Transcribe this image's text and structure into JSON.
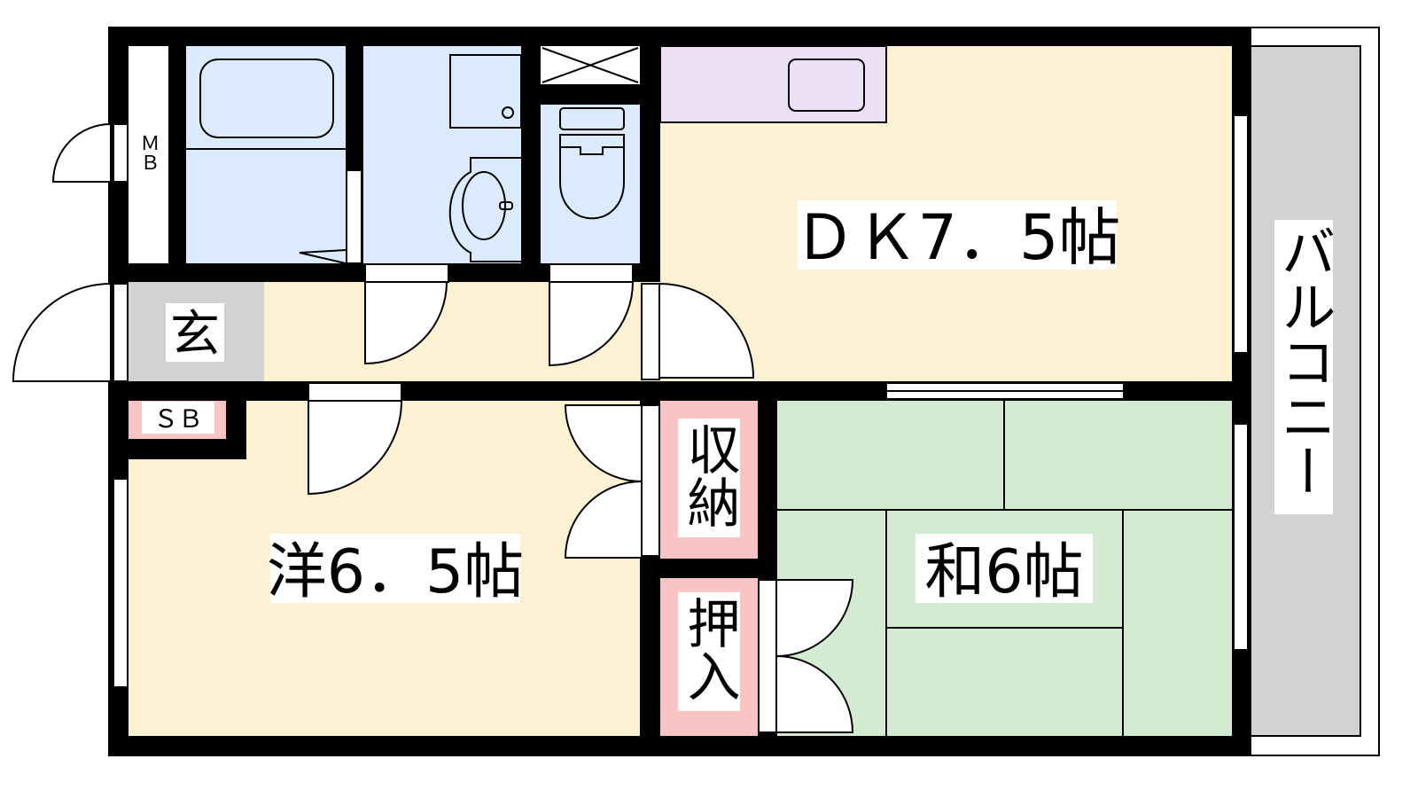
{
  "plan": {
    "rooms": {
      "dk": "ＤＫ7．5帖",
      "western": "洋6．5帖",
      "japanese": "和6帖",
      "balcony": "バルコニー",
      "entrance": "玄",
      "shoe_box": "ＳＢ",
      "meter_box": "ＭＢ",
      "storage": "収納",
      "closet": "押入"
    },
    "colors": {
      "wall": "#000000",
      "wet_area": "#dbeafc",
      "floor": "#fdf1d3",
      "kitchen": "#ece0f6",
      "entrance": "#d2d2d2",
      "storage": "#fbc4c4",
      "tatami": "#d3ebd0",
      "balcony": "#d2d2d2"
    }
  }
}
